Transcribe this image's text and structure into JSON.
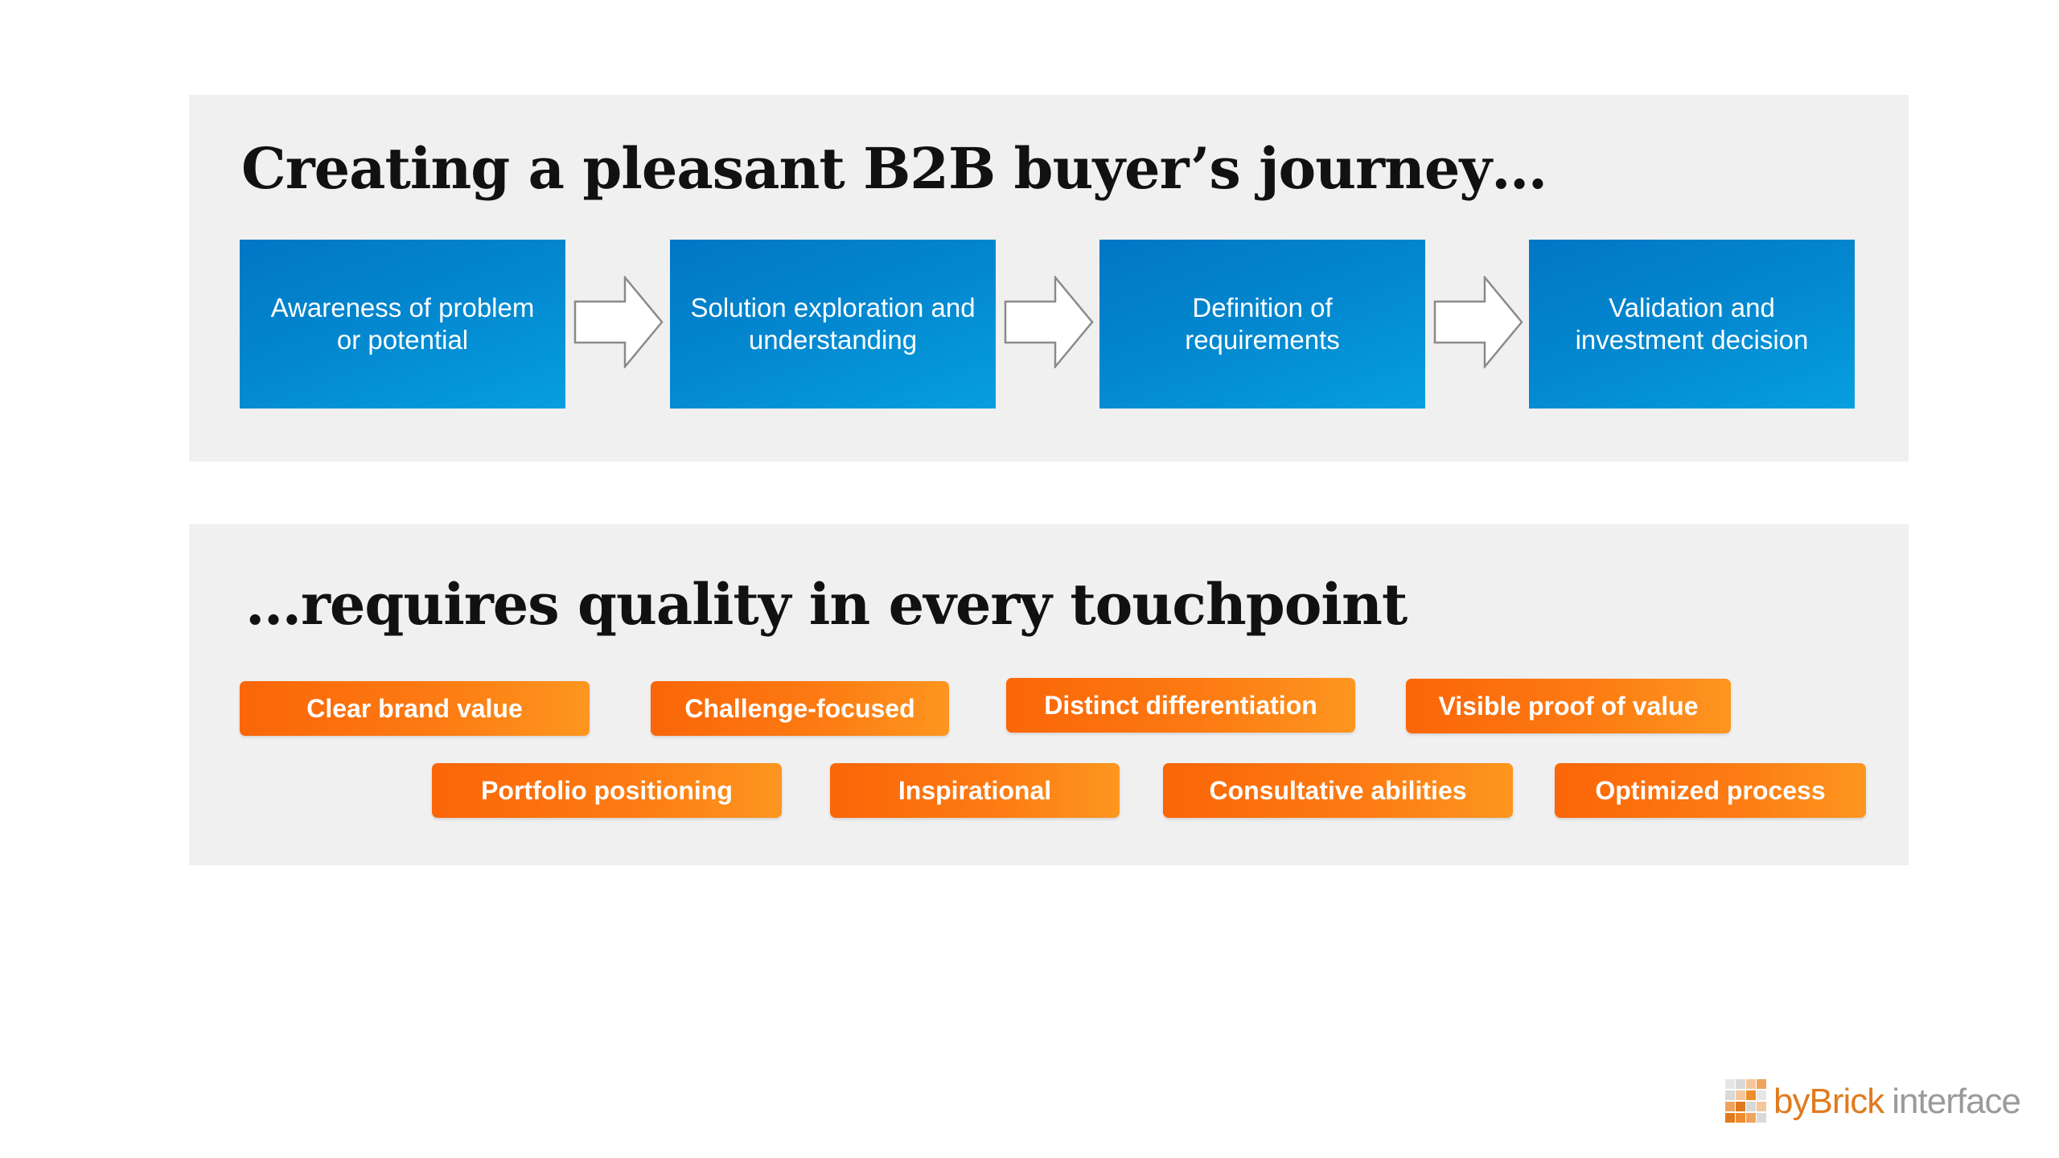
{
  "journey": {
    "title": "Creating a pleasant B2B buyer’s journey…",
    "stages": [
      "Awareness of problem or potential",
      "Solution exploration and understanding",
      "Definition of requirements",
      "Validation and investment decision"
    ],
    "stage_color": "#0388cf"
  },
  "touchpoints": {
    "title": "…requires quality in every touchpoint",
    "items": [
      "Clear brand value",
      "Challenge-focused",
      "Distinct differentiation",
      "Visible proof of value",
      "Portfolio positioning",
      "Inspirational",
      "Consultative abilities",
      "Optimized process"
    ],
    "pill_color": "#fd7a12"
  },
  "logo": {
    "brand": "byBrick",
    "suffix": "interface",
    "icon": "brick-grid-logo-icon",
    "brand_color": "#e07a1e"
  }
}
